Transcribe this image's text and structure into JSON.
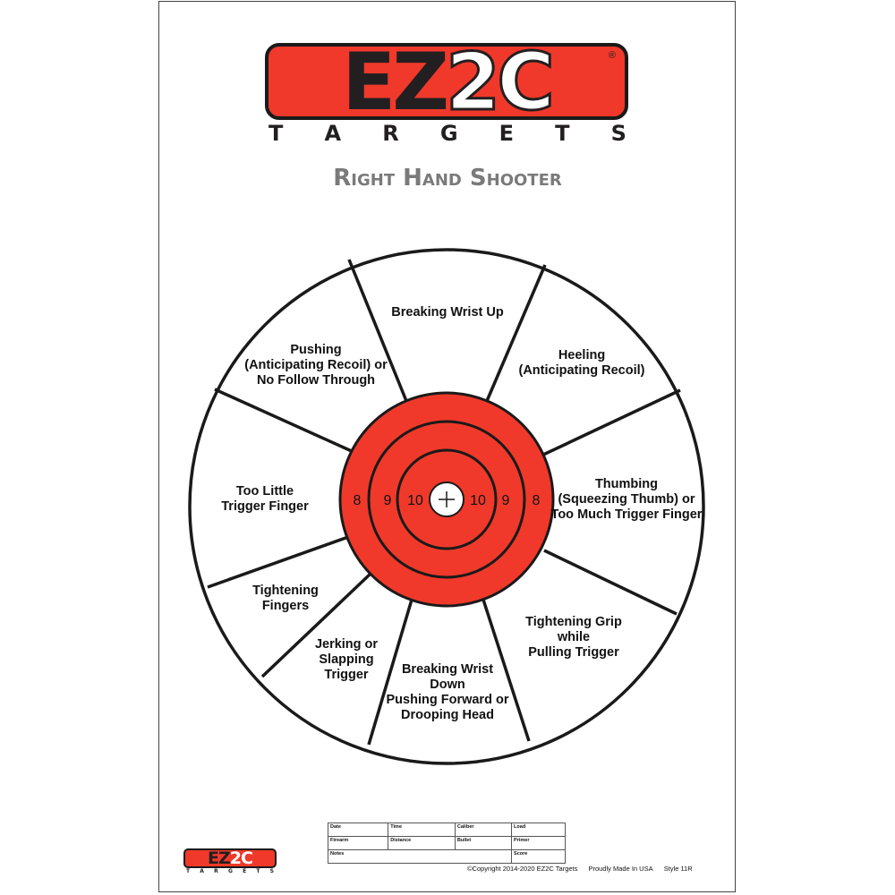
{
  "logo": {
    "ez": "EZ",
    "two_c": "2C",
    "reg": "®",
    "sub_letters": [
      "T",
      "A",
      "R",
      "G",
      "E",
      "T",
      "S"
    ]
  },
  "title": "Right Hand Shooter",
  "zones": {
    "top": "Breaking Wrist Up",
    "top_right": "Heeling\n(Anticipating Recoil)",
    "right": "Thumbing\n(Squeezing Thumb) or\nToo Much Trigger Finger",
    "bottom_right": "Tightening Grip\nwhile\nPulling Trigger",
    "bottom": "Breaking Wrist\nDown\nPushing Forward or\nDrooping Head",
    "bottom_left": "Jerking or\nSlapping\nTrigger",
    "left_lower": "Tightening\nFingers",
    "left": "Too Little\nTrigger Finger",
    "top_left": "Pushing\n(Anticipating Recoil) or\nNo Follow Through"
  },
  "ring_numbers": {
    "left": [
      "8",
      "9",
      "10"
    ],
    "right": [
      "10",
      "9",
      "8"
    ]
  },
  "colors": {
    "brand_red": "#f0392a",
    "bullseye_red": "#f0392a",
    "title_gray": "#7a7a7a",
    "ink": "#111111"
  },
  "log_sheet": {
    "row1": [
      "Date",
      "Time",
      "Caliber",
      "Load"
    ],
    "row2": [
      "Firearm",
      "Distance",
      "Bullet",
      "Primer"
    ],
    "row3_left": "Notes",
    "row3_right": "Score"
  },
  "mini_logo": {
    "ez": "EZ",
    "two_c": "2C",
    "sub": "TARGETS"
  },
  "footer": {
    "copyright": "©Copyright 2014-2020 EZ2C Targets",
    "made": "Proudly Made In USA",
    "style": "Style 11R"
  }
}
